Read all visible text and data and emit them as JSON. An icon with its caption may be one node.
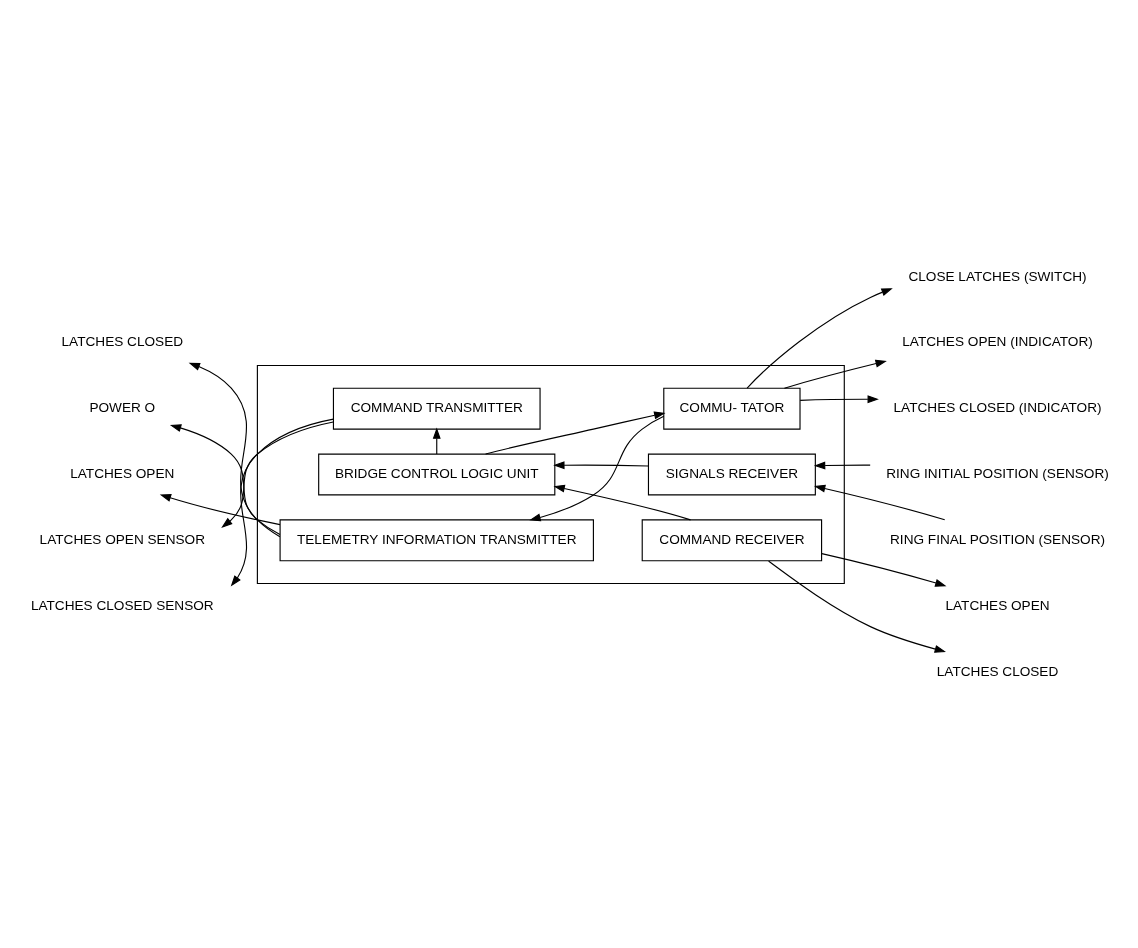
{
  "diagram": {
    "nodes": [
      {
        "text": [],
        "shape": "box"
      },
      {
        "text": [
          "TELEMETRY INFORMATION TRANSMITTER"
        ],
        "in": 0
      },
      {
        "text": [
          "COMMU- TATOR"
        ],
        "in": 0
      },
      {
        "text": [
          "BRIDGE CONTROL LOGIC UNIT"
        ],
        "in": 0
      },
      {
        "text": [
          "SIGNALS RECEIVER"
        ],
        "in": 0
      },
      {
        "text": [
          "COMMAND RECEIVER"
        ],
        "in": 0
      },
      {
        "text": [
          "COMMAND TRANSMITTER"
        ],
        "in": 0
      },
      {
        "text": [
          "LATCHES OPEN"
        ]
      },
      {
        "text": [
          "LATCHES CLOSED"
        ]
      },
      {
        "text": [
          "POWER O"
        ]
      },
      {
        "text": [
          "LATCHES OPEN (INDICATOR)"
        ]
      },
      {
        "text": [
          "LATCHES CLOSED (INDICATOR)"
        ]
      },
      {
        "text": [
          "CLOSE LATCHES (SWITCH)"
        ]
      },
      {
        "text": [
          "RING INITIAL POSITION (SENSOR)"
        ]
      },
      {
        "text": [
          "RING FINAL POSITION (SENSOR)"
        ]
      },
      {
        "text": [
          "LATCHES OPEN"
        ]
      },
      {
        "text": [
          "LATCHES CLOSED"
        ]
      },
      {
        "text": [
          "LATCHES OPEN SENSOR"
        ]
      },
      {
        "text": [
          "LATCHES CLOSED SENSOR"
        ]
      }
    ],
    "edges": [
      {
        "from": 1,
        "to": 7,
        "arrow": "to"
      },
      {
        "from": 1,
        "to": 8,
        "arrow": "to"
      },
      {
        "from": 1,
        "to": 9,
        "arrow": "to"
      },
      {
        "from": 2,
        "to": 1,
        "arrow": "to"
      },
      {
        "from": 2,
        "to": 10,
        "arrow": "to"
      },
      {
        "from": 2,
        "to": 11,
        "arrow": "to"
      },
      {
        "from": 2,
        "to": 12,
        "arrow": "to"
      },
      {
        "from": 3,
        "to": 2,
        "arrow": "to"
      },
      {
        "from": 13,
        "to": 4,
        "arrow": "to"
      },
      {
        "from": 14,
        "to": 4,
        "arrow": "to"
      },
      {
        "from": 4,
        "to": 3,
        "arrow": "to"
      },
      {
        "from": 5,
        "to": 3,
        "arrow": "to"
      },
      {
        "from": 5,
        "to": 15,
        "arrow": "to"
      },
      {
        "from": 5,
        "to": 16,
        "arrow": "to"
      },
      {
        "from": 3,
        "to": 6,
        "arrow": "to"
      },
      {
        "from": 6,
        "to": 17,
        "arrow": "to"
      },
      {
        "from": 6,
        "to": 18,
        "arrow": "to"
      }
    ]
  }
}
